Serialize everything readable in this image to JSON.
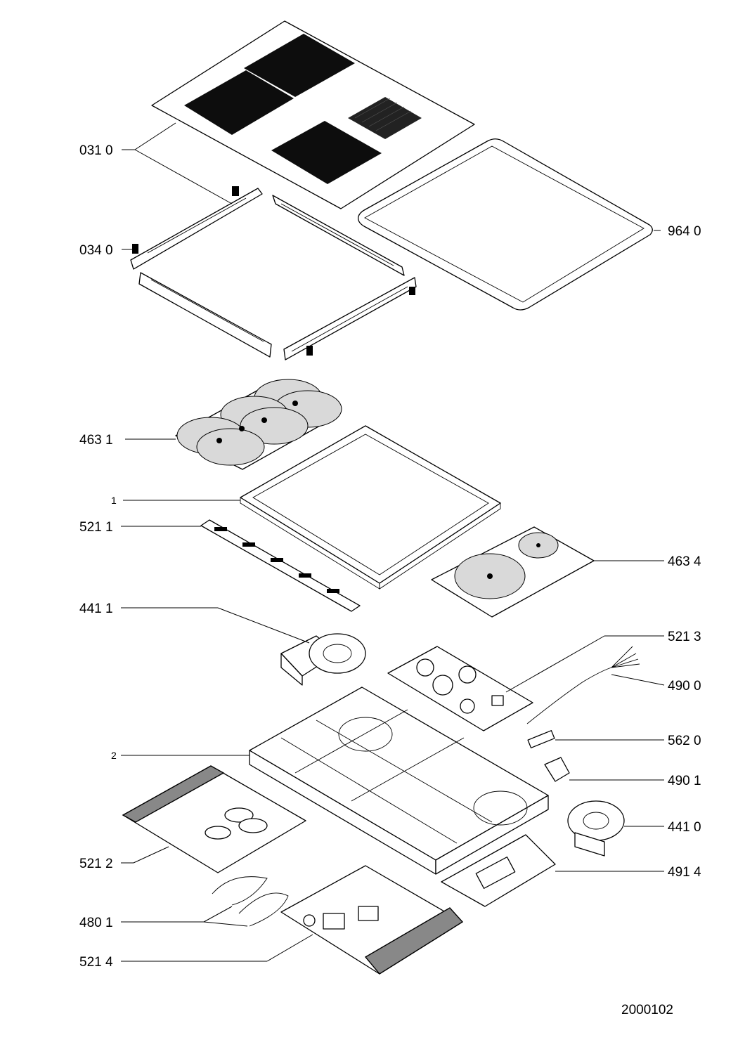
{
  "document_id": "2000102",
  "callouts": [
    {
      "key": "p0310",
      "label": "031 0"
    },
    {
      "key": "p0340",
      "label": "034 0"
    },
    {
      "key": "p9640",
      "label": "964 0"
    },
    {
      "key": "p4631",
      "label": "463 1"
    },
    {
      "key": "p1",
      "label": "1"
    },
    {
      "key": "p5211",
      "label": "521 1"
    },
    {
      "key": "p4634",
      "label": "463 4"
    },
    {
      "key": "p4411",
      "label": "441 1"
    },
    {
      "key": "p5213",
      "label": "521 3"
    },
    {
      "key": "p4900",
      "label": "490 0"
    },
    {
      "key": "p5620",
      "label": "562 0"
    },
    {
      "key": "p2",
      "label": "2"
    },
    {
      "key": "p4901",
      "label": "490 1"
    },
    {
      "key": "p4410",
      "label": "441 0"
    },
    {
      "key": "p5212",
      "label": "521 2"
    },
    {
      "key": "p4914",
      "label": "491 4"
    },
    {
      "key": "p4801",
      "label": "480 1"
    },
    {
      "key": "p5214",
      "label": "521 4"
    }
  ]
}
